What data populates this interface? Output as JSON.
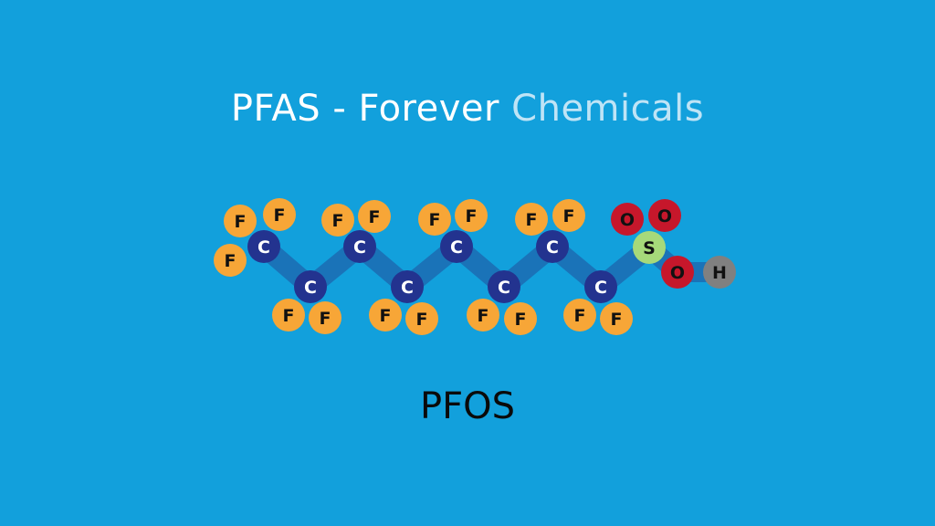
{
  "title": {
    "part1": "PFAS - Forever ",
    "part2": "Chemicals"
  },
  "caption": "PFOS",
  "molecule": {
    "name": "PFOS",
    "atoms": {
      "carbons": [
        "C",
        "C",
        "C",
        "C",
        "C",
        "C",
        "C",
        "C"
      ],
      "fluorines": [
        "F",
        "F",
        "F",
        "F",
        "F",
        "F",
        "F",
        "F",
        "F",
        "F",
        "F",
        "F",
        "F",
        "F",
        "F",
        "F",
        "F"
      ],
      "sulfur": "S",
      "oxygens": [
        "O",
        "O",
        "O"
      ],
      "hydrogen": "H"
    }
  },
  "colors": {
    "background": "#12a0dc",
    "bond": "#1a73b8",
    "carbon": "#23338f",
    "fluorine": "#f7a637",
    "sulfur": "#a6d97a",
    "oxygen": "#c6172b",
    "hydrogen": "#808080"
  }
}
